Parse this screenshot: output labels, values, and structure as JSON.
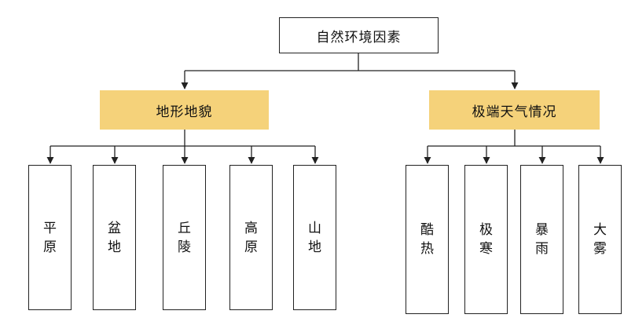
{
  "root": {
    "label": "自然环境因素"
  },
  "categories": [
    {
      "label": "地形地貌",
      "items": [
        {
          "chars": [
            "平",
            "原"
          ]
        },
        {
          "chars": [
            "盆",
            "地"
          ]
        },
        {
          "chars": [
            "丘",
            "陵"
          ]
        },
        {
          "chars": [
            "高",
            "原"
          ]
        },
        {
          "chars": [
            "山",
            "地"
          ]
        }
      ]
    },
    {
      "label": "极端天气情况",
      "items": [
        {
          "chars": [
            "酷",
            "热"
          ]
        },
        {
          "chars": [
            "极",
            "寒"
          ]
        },
        {
          "chars": [
            "暴",
            "雨"
          ]
        },
        {
          "chars": [
            "大",
            "雾"
          ]
        }
      ]
    }
  ],
  "colors": {
    "category_fill": "#f5d27a",
    "line": "#222222"
  }
}
